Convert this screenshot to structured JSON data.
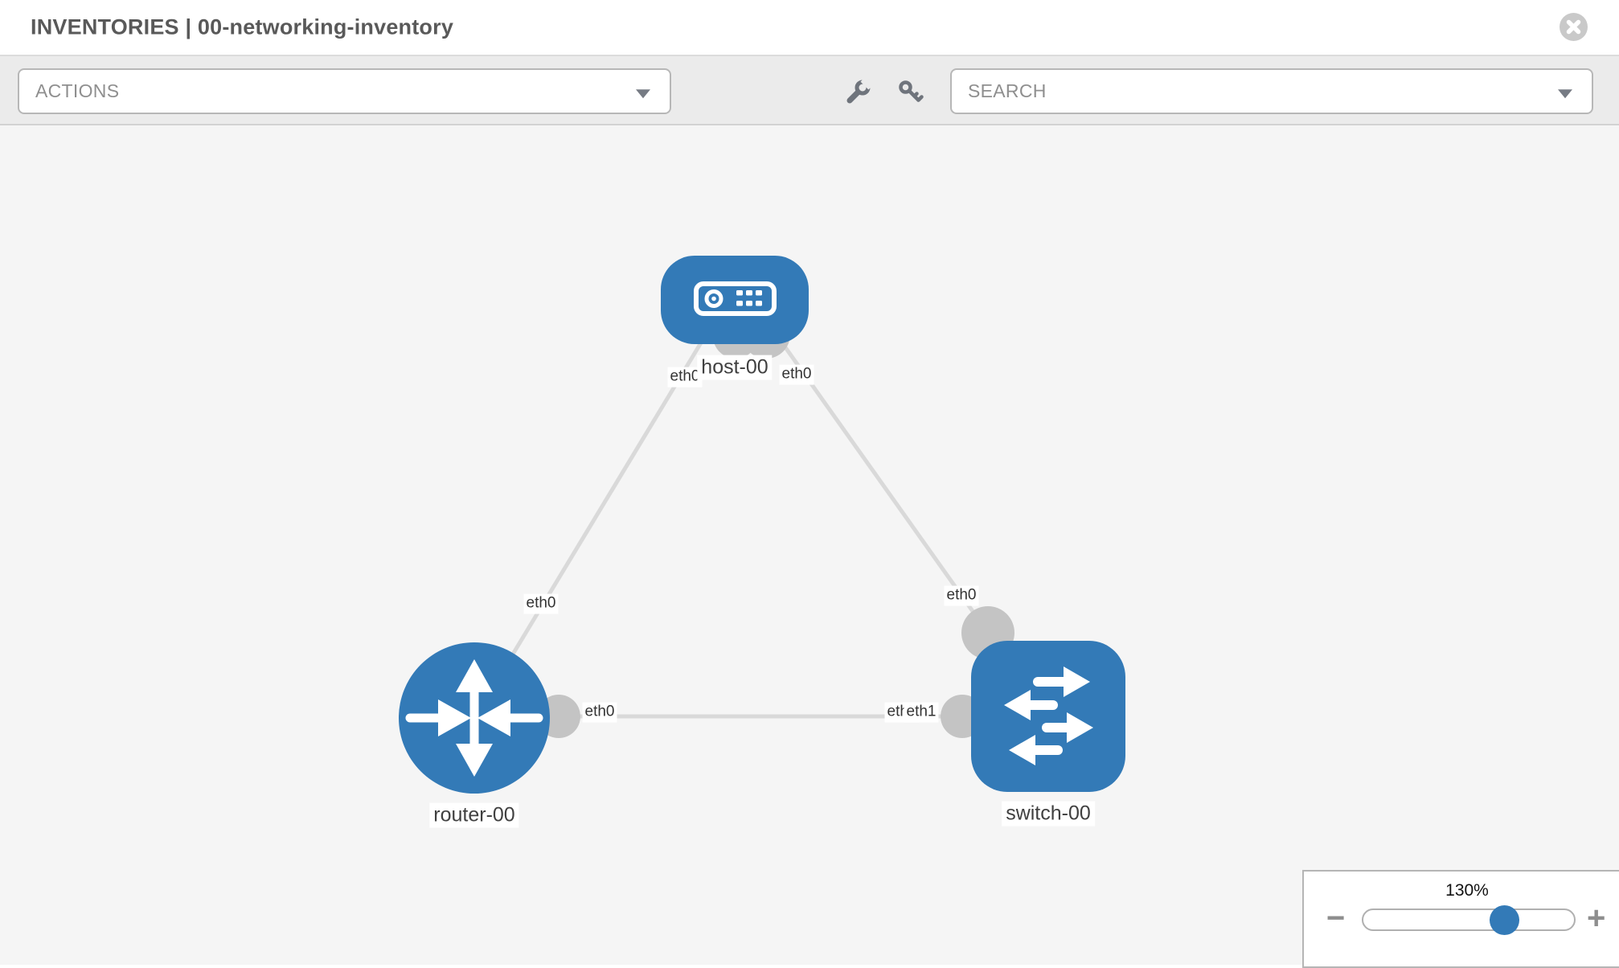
{
  "header": {
    "title": "INVENTORIES | 00-networking-inventory"
  },
  "toolbar": {
    "actions_label": "ACTIONS",
    "search_placeholder": "SEARCH",
    "icons": [
      "wrench-icon",
      "key-icon"
    ]
  },
  "topology": {
    "nodes": [
      {
        "id": "host-00",
        "type": "host",
        "label": "host-00"
      },
      {
        "id": "router-00",
        "type": "router",
        "label": "router-00"
      },
      {
        "id": "switch-00",
        "type": "switch",
        "label": "switch-00"
      }
    ],
    "links": [
      {
        "from": "router-00",
        "from_if": "eth0",
        "to": "host-00",
        "to_if": "eth0"
      },
      {
        "from": "host-00",
        "from_if": "eth0",
        "to": "switch-00",
        "to_if": "eth0"
      },
      {
        "from": "router-00",
        "from_if": "eth0",
        "to": "switch-00",
        "to_if": "eth1"
      }
    ]
  },
  "zoom_control": {
    "value": "130%",
    "percent": 130,
    "minus_label": "−",
    "plus_label": "+"
  },
  "colors": {
    "node_blue": "#337ab7",
    "link_gray": "#d9d9d9",
    "bubble_gray": "#c4c4c4",
    "toolbar_bg": "#ebebeb",
    "canvas_bg": "#f5f5f5"
  }
}
